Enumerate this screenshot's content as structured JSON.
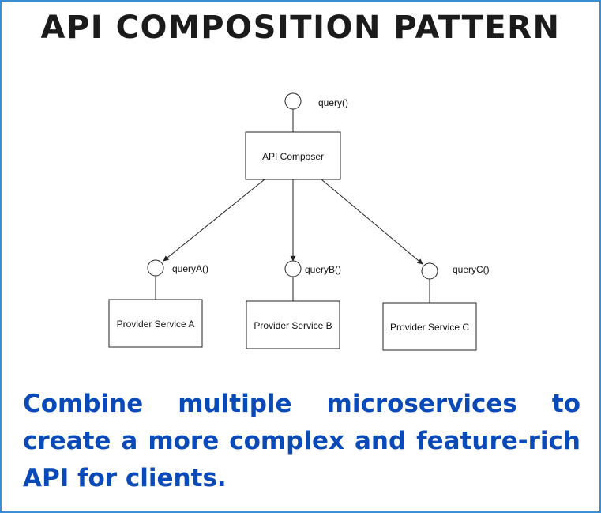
{
  "title": "API COMPOSITION PATTERN",
  "diagram": {
    "top_interface": "query()",
    "composer": "API Composer",
    "providers": [
      {
        "interface": "queryA()",
        "service": "Provider Service A"
      },
      {
        "interface": "queryB()",
        "service": "Provider Service B"
      },
      {
        "interface": "queryC()",
        "service": "Provider Service C"
      }
    ]
  },
  "caption": "Combine multiple microservices to create a more complex and feature-rich API for clients.",
  "colors": {
    "border": "#3a8ed6",
    "caption": "#0a49b8",
    "title": "#1b1b1b"
  }
}
